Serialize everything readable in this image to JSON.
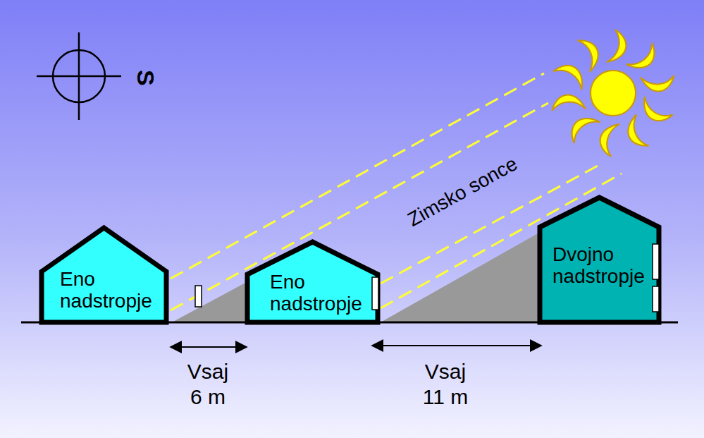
{
  "diagram": {
    "nodes": [
      {
        "text": [
          "Eno nadstropje"
        ]
      },
      {
        "text": [
          "Eno nadstropje"
        ]
      },
      {
        "text": [
          "Dvojno nadstropje"
        ]
      }
    ],
    "labels": [
      "S",
      "Zimsko sonce",
      "Vsaj 6 m",
      "Vsaj 11 m"
    ]
  }
}
